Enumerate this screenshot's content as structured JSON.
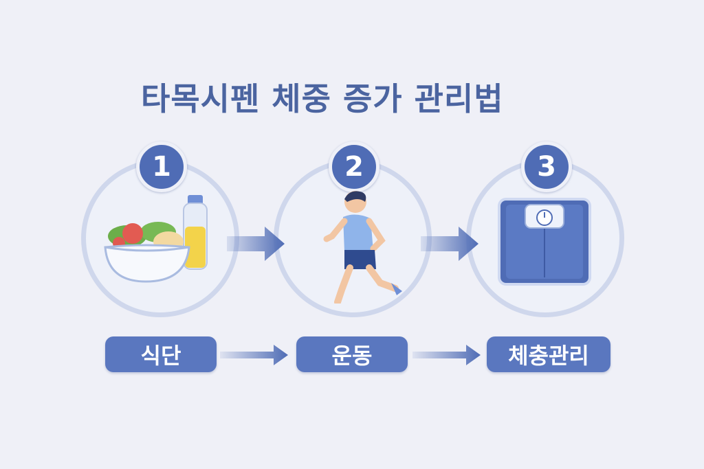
{
  "title": "타목시펜 체중 증가 관리법",
  "steps": [
    {
      "number": "1",
      "label": "식단",
      "icon": "salad-bowl-and-bottle-icon"
    },
    {
      "number": "2",
      "label": "운동",
      "icon": "running-person-icon"
    },
    {
      "number": "3",
      "label": "체충관리",
      "icon": "bathroom-scale-icon"
    }
  ],
  "colors": {
    "accent": "#4f6cb5",
    "pill": "#5a77bf",
    "ring": "#cfd7ec",
    "background": "#eff0f7"
  }
}
